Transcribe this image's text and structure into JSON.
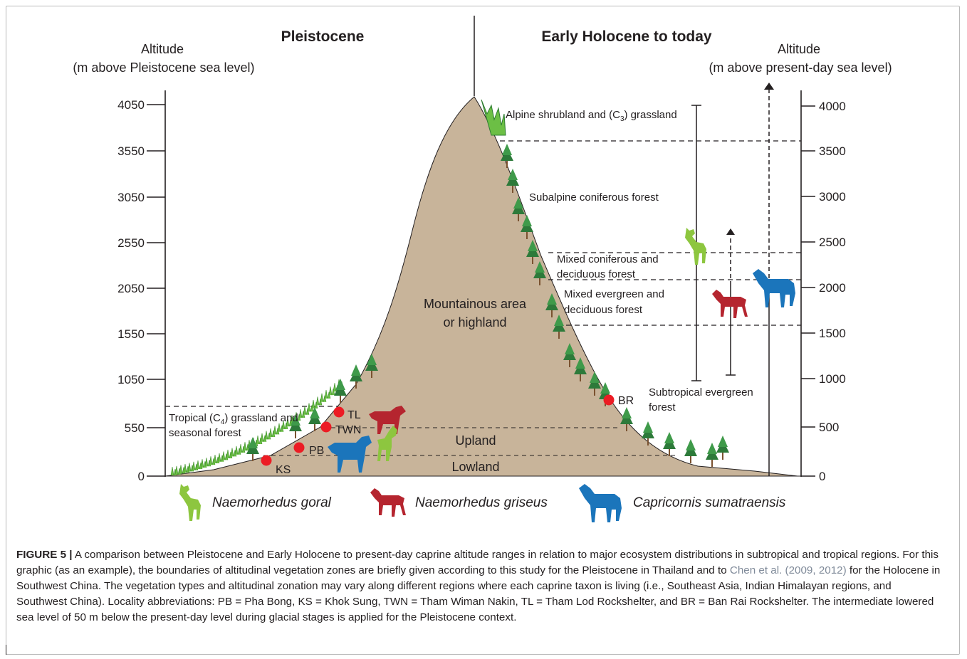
{
  "figure": {
    "left_title": "Pleistocene",
    "right_title": "Early Holocene to today",
    "left_axis_label_1": "Altitude",
    "left_axis_label_2": "(m above Pleistocene sea level)",
    "right_axis_label_1": "Altitude",
    "right_axis_label_2": "(m above  present-day sea level)",
    "left_ticks": [
      "4050",
      "3550",
      "3050",
      "2550",
      "2050",
      "1550",
      "1050",
      "550",
      "0"
    ],
    "right_ticks": [
      "4000",
      "3500",
      "3000",
      "2500",
      "2000",
      "1500",
      "1000",
      "500",
      "0"
    ],
    "zones": {
      "alpine_pre": "Alpine shrubland and (C",
      "alpine_sub": "3",
      "alpine_post": ") grassland",
      "subalpine": "Subalpine coniferous forest",
      "mixed_conif_1": "Mixed coniferous and",
      "mixed_conif_2": "deciduous forest",
      "mixed_ever_1": "Mixed evergreen and",
      "mixed_ever_2": "deciduous forest",
      "subtrop_1": "Subtropical evergreen",
      "subtrop_2": "forest",
      "tropical_1_pre": "Tropical (C",
      "tropical_1_sub": "4",
      "tropical_1_post": ") grassland and",
      "tropical_2": "seasonal forest",
      "mountain_1": "Mountainous area",
      "mountain_2": "or highland",
      "upland": "Upland",
      "lowland": "Lowland"
    },
    "sites": [
      "KS",
      "PB",
      "TWN",
      "TL",
      "BR"
    ],
    "legend": [
      "Naemorhedus goral",
      "Naemorhedus griseus",
      "Capricornis sumatraensis"
    ],
    "colors": {
      "mountain": "#c8b49a",
      "site": "#ec1c24",
      "goral": "#8dc63f",
      "griseus": "#b5252f",
      "sumatraensis": "#1b75bb",
      "tree": "#2d7a3a",
      "grass": "#6cbf45"
    }
  },
  "caption": {
    "label": "FIGURE 5 |",
    "part1": " A comparison between Pleistocene and Early Holocene to present-day caprine altitude ranges in relation to major ecosystem distributions in subtropical and tropical regions. For this graphic (as an example), the boundaries of altitudinal vegetation zones are briefly given according to this study for the Pleistocene in Thailand and to ",
    "ref": "Chen et al. (2009, 2012)",
    "part2": " for the Holocene in Southwest China. The vegetation types and altitudinal zonation may vary along different regions where each caprine taxon is living (i.e., Southeast Asia, Indian Himalayan regions, and Southwest China). Locality abbreviations: PB = Pha Bong, KS = Khok Sung, TWN = Tham Wiman Nakin, TL = Tham Lod Rockshelter, and BR = Ban Rai Rockshelter. The intermediate lowered sea level of 50 m below the present-day level during glacial stages is applied for the Pleistocene context."
  }
}
